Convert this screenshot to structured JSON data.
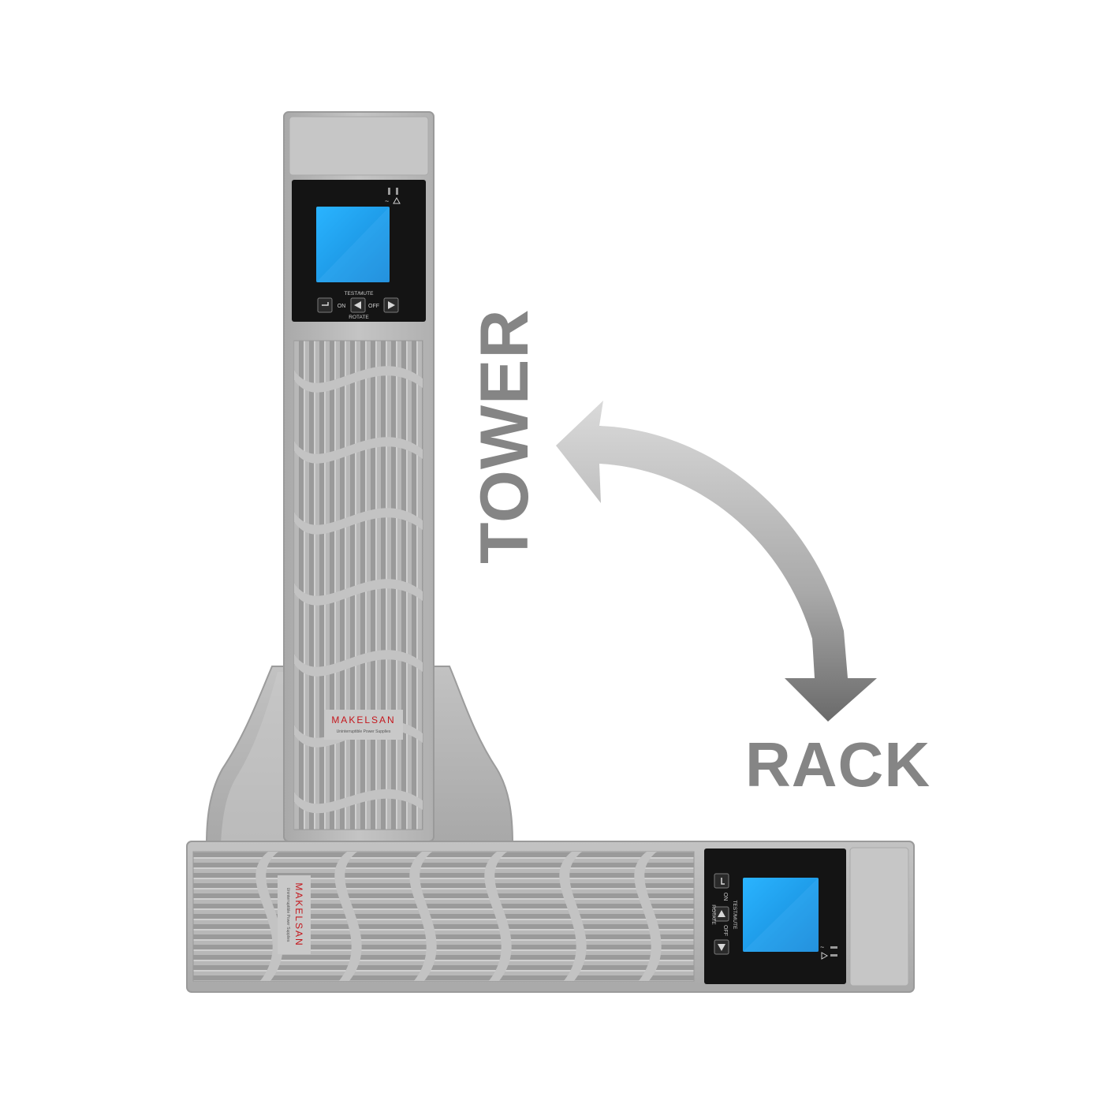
{
  "orientation_labels": {
    "tower": "TOWER",
    "rack": "RACK"
  },
  "brand": {
    "name": "MAKELSAN",
    "tagline": "Uninterruptible Power Supplies",
    "color": "#c4161c"
  },
  "control_panel": {
    "test_mute": "TEST/MUTE",
    "on": "ON",
    "off": "OFF",
    "rotate": "ROTATE"
  },
  "colors": {
    "casing": "#b9b9b9",
    "casing_dark": "#8f8f8f",
    "panel": "#141414",
    "lcd": "#1fa3f0",
    "label_gray": "#858585",
    "arrow_light": "#d6d6d6",
    "arrow_dark": "#6f6f6f"
  },
  "icons": [
    "ac-power-icon",
    "warning-icon",
    "enter-icon",
    "up-arrow-icon",
    "down-arrow-icon",
    "curved-arrow-icon"
  ]
}
